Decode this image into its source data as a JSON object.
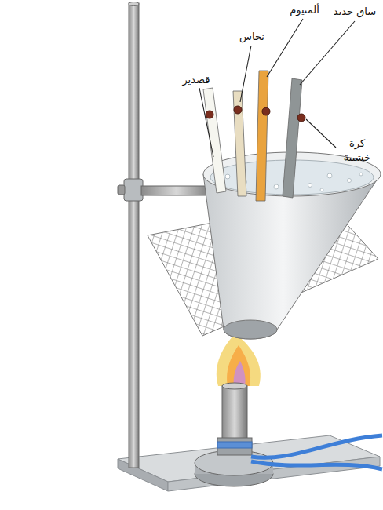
{
  "diagram": {
    "labels": [
      "قصدير",
      "نحاس",
      "ألمنيوم",
      "ساق حديد",
      "كرة خشبية"
    ]
  }
}
